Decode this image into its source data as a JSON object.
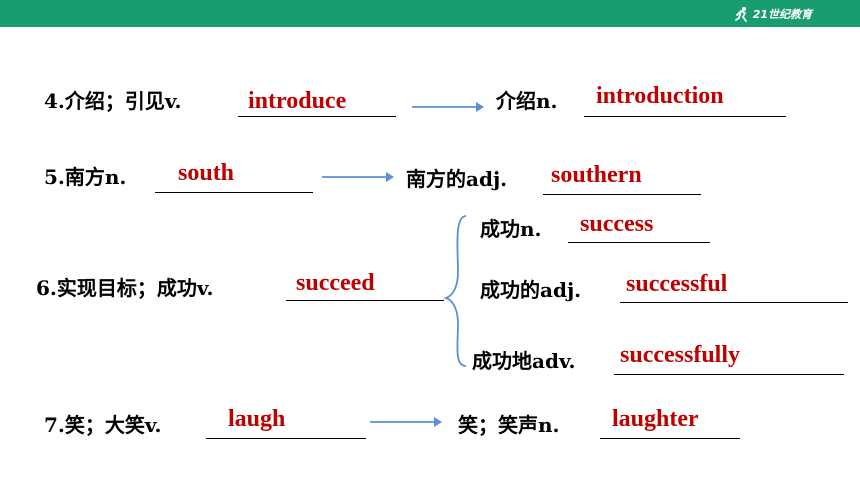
{
  "header": {
    "logo_text": "21世纪教育",
    "bar_color": "#1a9d6e"
  },
  "answer_color": "#c00000",
  "items": {
    "i4": {
      "left_label": "4.介绍；引见v.",
      "left_answer": "introduce",
      "right_label": "介绍n.",
      "right_answer": "introduction"
    },
    "i5": {
      "left_label": "5.南方n.",
      "left_answer": "south",
      "right_label": "南方的adj.",
      "right_answer": "southern"
    },
    "i6": {
      "left_label": "6.实现目标；成功v.",
      "left_answer": "succeed",
      "branches": [
        {
          "label": "成功n.",
          "answer": "success"
        },
        {
          "label": "成功的adj.",
          "answer": "successful"
        },
        {
          "label": "成功地adv.",
          "answer": "successfully"
        }
      ]
    },
    "i7": {
      "left_label": "7.笑；大笑v.",
      "left_answer": "laugh",
      "right_label": "笑；笑声n.",
      "right_answer": "laughter"
    }
  }
}
